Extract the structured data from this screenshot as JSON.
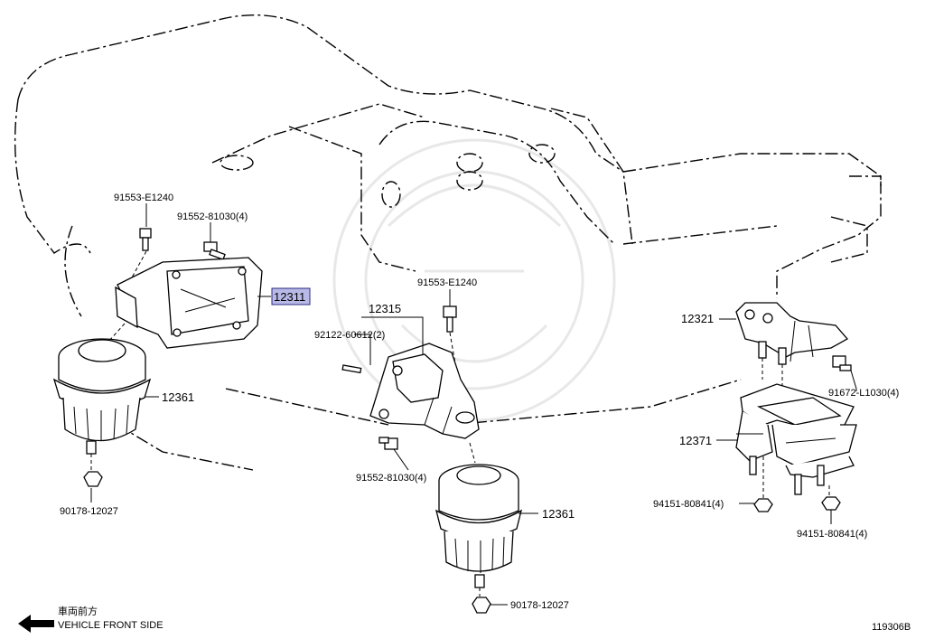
{
  "diagram_id": "119306B",
  "front_note": {
    "jp": "車両前方",
    "en": "VEHICLE FRONT SIDE"
  },
  "callouts": {
    "left_bolt": "91553-E1240",
    "left_bolt2": "91552-81030(4)",
    "left_bracket": "12311",
    "left_insulator": "12361",
    "left_nut": "90178-12027",
    "center_bracket": "12315",
    "center_stud": "92122-60612(2)",
    "center_bolt": "91553-E1240",
    "center_bolt2": "91552-81030(4)",
    "center_insulator": "12361",
    "center_nut": "90178-12027",
    "rear_bracket": "12321",
    "rear_bolt": "91672-L1030(4)",
    "rear_insulator": "12371",
    "rear_nut1": "94151-80841(4)",
    "rear_nut2": "94151-80841(4)"
  },
  "highlight_color": "#b8b9e6"
}
